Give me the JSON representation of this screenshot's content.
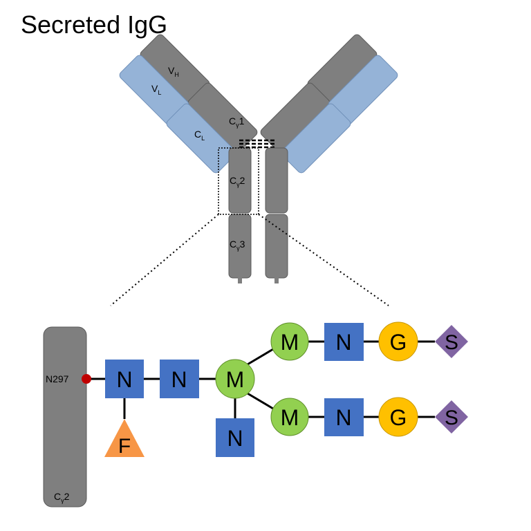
{
  "title": "Secreted IgG",
  "antibody": {
    "heavy_variable": {
      "main": "V",
      "sub": "H"
    },
    "light_variable": {
      "main": "V",
      "sub": "L"
    },
    "heavy_constant_1": {
      "main": "C",
      "sub": "γ",
      "suffix": "1"
    },
    "light_constant": {
      "main": "C",
      "sub": "L"
    },
    "heavy_constant_2": {
      "main": "C",
      "sub": "γ",
      "suffix": "2"
    },
    "heavy_constant_3": {
      "main": "C",
      "sub": "γ",
      "suffix": "3"
    }
  },
  "glycan": {
    "attachment_site": "N297",
    "domain_label": {
      "main": "C",
      "sub": "γ",
      "suffix": "2"
    },
    "core_n1": "N",
    "fucose": "F",
    "core_n2": "N",
    "core_mannose": "M",
    "bisecting_n": "N",
    "upper_arm": {
      "mannose": "M",
      "glcnac": "N",
      "galactose": "G",
      "sialic_acid": "S"
    },
    "lower_arm": {
      "mannose": "M",
      "glcnac": "N",
      "galactose": "G",
      "sialic_acid": "S"
    }
  },
  "colors": {
    "heavy_chain": "#7f7f7f",
    "light_chain": "#95b3d7",
    "glcnac": "#4472c4",
    "mannose": "#92d050",
    "galactose": "#ffc000",
    "sialic_acid": "#8064a2",
    "fucose": "#f79646",
    "attachment_dot": "#c00000"
  }
}
